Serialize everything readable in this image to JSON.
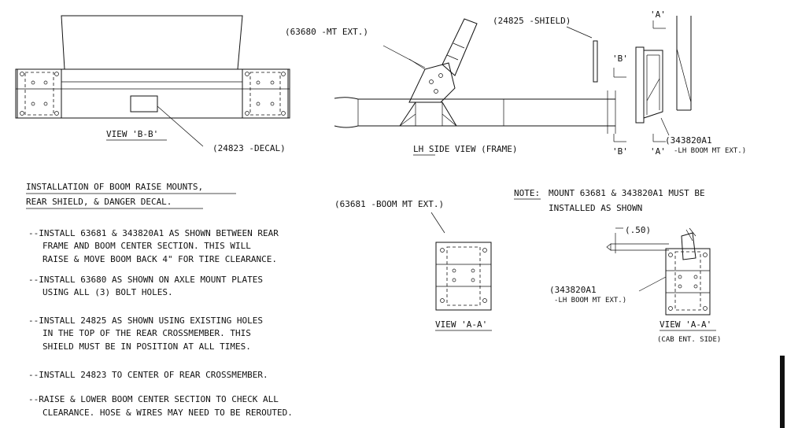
{
  "labels": {
    "view_bb": "VIEW 'B-B'",
    "decal_callout": "(24823 -DECAL)",
    "mt_ext_callout": "(63680 -MT EXT.)",
    "shield_callout": "(24825 -SHIELD)",
    "lh_side_view": "LH SIDE VIEW (FRAME)",
    "section_b_top": "'B'",
    "section_b_bottom": "'B'",
    "section_a_top": "'A'",
    "section_a_bottom": "'A'",
    "lh_boom_part": "(343820A1",
    "lh_boom_desc": "-LH BOOM MT EXT.)",
    "boom_mt_callout": "(63681 -BOOM MT EXT.)",
    "view_aa_left": "VIEW 'A-A'",
    "dim_50": "(.50)",
    "lh_boom_part_2": "(343820A1",
    "lh_boom_desc_2": "-LH BOOM MT EXT.)",
    "view_aa_right": "VIEW 'A-A'",
    "cab_side": "(CAB ENT. SIDE)"
  },
  "note": {
    "prefix": "NOTE:",
    "line1": "MOUNT 63681 & 343820A1 MUST BE",
    "line2": "INSTALLED AS SHOWN"
  },
  "instructions": {
    "title_line1": "INSTALLATION OF BOOM RAISE MOUNTS,",
    "title_line2": "REAR SHIELD, & DANGER DECAL.",
    "steps": [
      [
        "--INSTALL 63681 & 343820A1 AS SHOWN BETWEEN REAR",
        "FRAME AND BOOM CENTER SECTION. THIS WILL",
        "RAISE & MOVE BOOM BACK 4\" FOR TIRE CLEARANCE."
      ],
      [
        "--INSTALL 63680 AS SHOWN ON AXLE MOUNT PLATES",
        "USING ALL (3) BOLT HOLES."
      ],
      [
        "--INSTALL 24825 AS SHOWN USING EXISTING HOLES",
        "IN THE TOP OF THE REAR CROSSMEMBER. THIS",
        "SHIELD MUST BE IN POSITION AT ALL TIMES."
      ],
      [
        "--INSTALL 24823 TO CENTER OF REAR CROSSMEMBER."
      ],
      [
        "--RAISE & LOWER BOOM CENTER SECTION TO CHECK ALL",
        "CLEARANCE. HOSE & WIRES MAY NEED TO BE REROUTED."
      ]
    ]
  }
}
